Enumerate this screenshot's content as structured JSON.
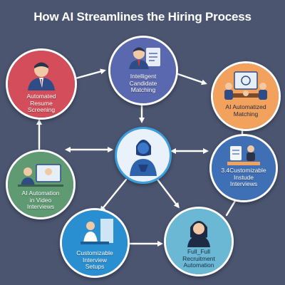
{
  "title": "How AI Streamlines the Hiring Process",
  "nodes": {
    "resume": {
      "label": "Automated\nResume\nScreening",
      "color": "#d34e5a"
    },
    "matching": {
      "label": "Intelligent\nCandidate\nMatching",
      "color": "#5a68b0"
    },
    "automatized": {
      "label": "AI Automatized\nMatching",
      "color": "#f2a25c"
    },
    "center": {
      "label": "",
      "color": "#e9f1fb"
    },
    "custom_tools": {
      "label": "3.4Customizable\nInstude\nInterviews",
      "color": "#3f6fb5"
    },
    "video": {
      "label": "AI Automation\nin Video\nInterviews",
      "color": "#5f9a73"
    },
    "setups": {
      "label": "Customizable\nInterview\nSetups",
      "color": "#2a8fd0"
    },
    "recruitment": {
      "label": "Full_Full\nRecruitment\nAutomation",
      "color": "#6ab8d4"
    }
  },
  "colors": {
    "background": "#4b5570",
    "arrow": "#ffffff"
  }
}
